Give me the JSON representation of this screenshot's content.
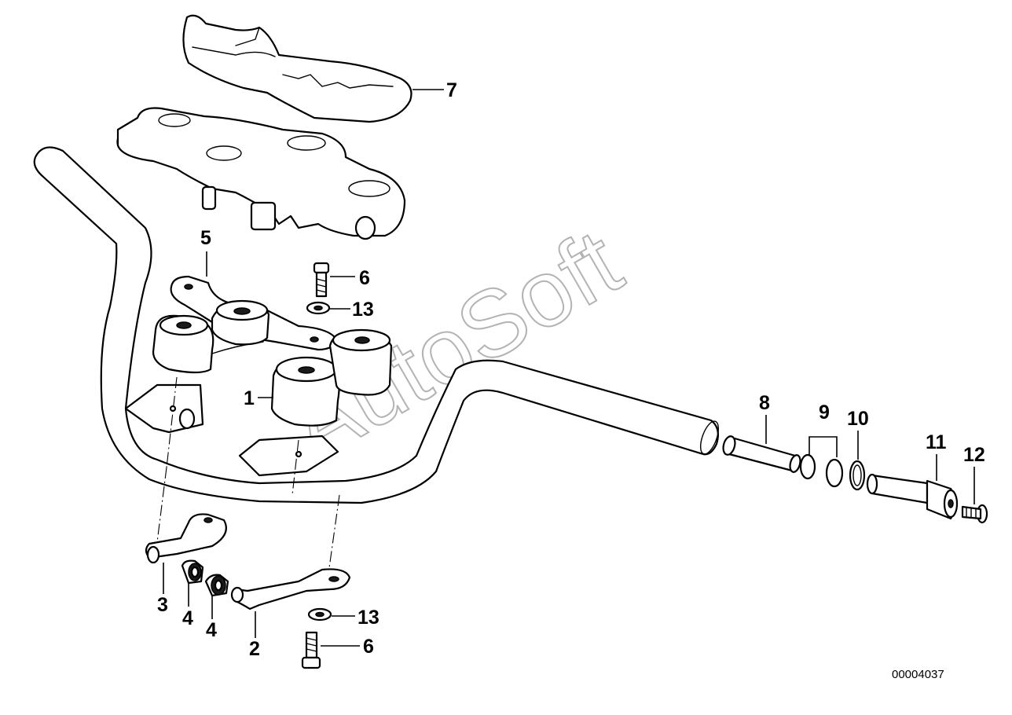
{
  "diagram": {
    "reference_number": "00004037",
    "watermark": "AutoSoft",
    "callouts": [
      {
        "id": "c7",
        "label": "7"
      },
      {
        "id": "c5",
        "label": "5"
      },
      {
        "id": "c6a",
        "label": "6"
      },
      {
        "id": "c13a",
        "label": "13"
      },
      {
        "id": "c1",
        "label": "1"
      },
      {
        "id": "c8",
        "label": "8"
      },
      {
        "id": "c9",
        "label": "9"
      },
      {
        "id": "c10",
        "label": "10"
      },
      {
        "id": "c11",
        "label": "11"
      },
      {
        "id": "c12",
        "label": "12"
      },
      {
        "id": "c3",
        "label": "3"
      },
      {
        "id": "c4a",
        "label": "4"
      },
      {
        "id": "c4b",
        "label": "4"
      },
      {
        "id": "c2",
        "label": "2"
      },
      {
        "id": "c13b",
        "label": "13"
      },
      {
        "id": "c6b",
        "label": "6"
      }
    ]
  }
}
